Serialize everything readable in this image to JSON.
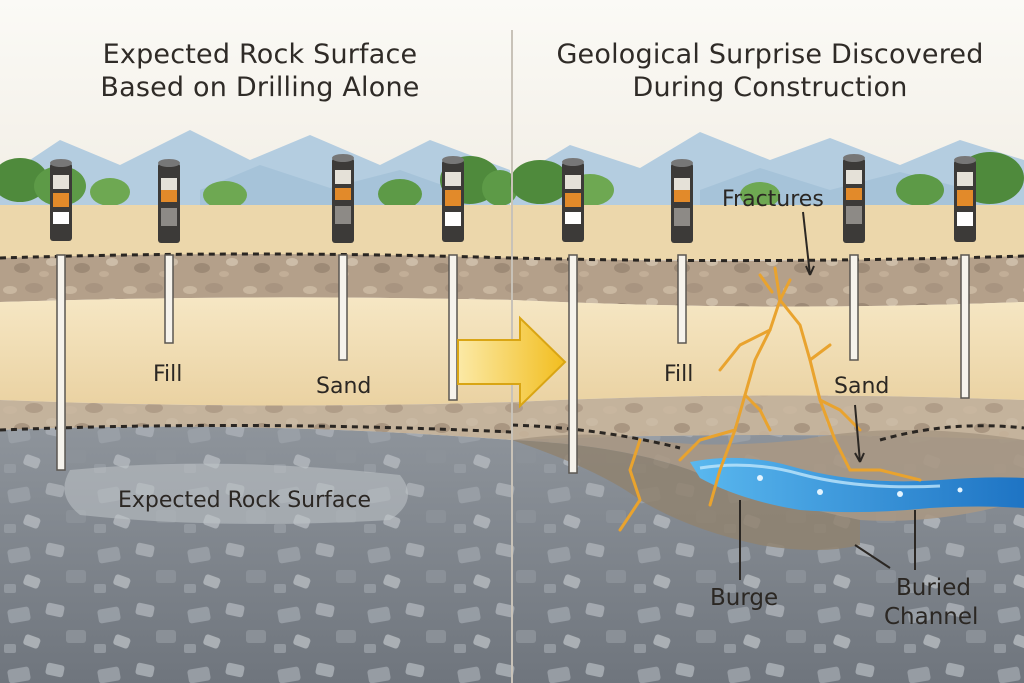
{
  "left_panel": {
    "title_line1": "Expected Rock Surface",
    "title_line2": "Based on Drilling Alone",
    "labels": {
      "fill": "Fill",
      "sand": "Sand",
      "rock": "Expected Rock Surface"
    }
  },
  "right_panel": {
    "title_line1": "Geological Surprise Discovered",
    "title_line2": "During Construction",
    "labels": {
      "fractures": "Fractures",
      "fill": "Fill",
      "sand": "Sand",
      "burge": "Burge",
      "buried_line1": "Buried",
      "buried_line2": "Channel"
    }
  },
  "colors": {
    "sky": "#f4f1ea",
    "mountains": "#a9c8dc",
    "trees": "#4f8a3c",
    "topsoil": "#ecd7ab",
    "gravel_band": "#b4a08a",
    "sand": "#f2dfb6",
    "bedrock": "#7d838b",
    "fracture": "#e9a32e",
    "water": "#2f8fd6",
    "arrow": "#f3c42e"
  },
  "icons": [
    "borehole-icon",
    "arrow-right-icon",
    "fracture-icon",
    "tree-icon",
    "mountain-icon"
  ]
}
